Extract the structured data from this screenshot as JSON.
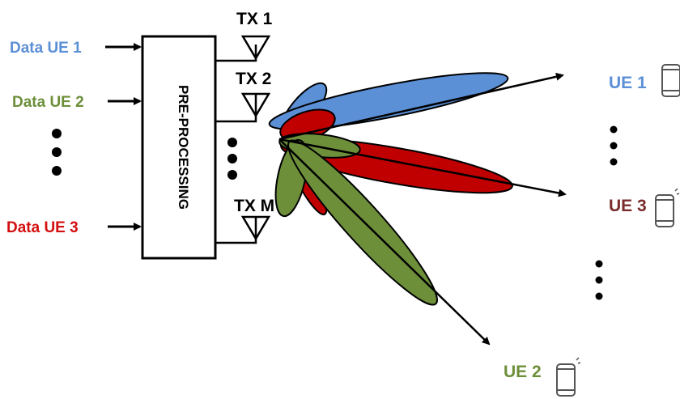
{
  "inputs": [
    {
      "label": "Data UE 1",
      "color": "#5b8fd6"
    },
    {
      "label": "Data UE 2",
      "color": "#6d8f3a"
    },
    {
      "label": "Data UE 3",
      "color": "#d40f0f"
    }
  ],
  "block_label": "PRE-PROCESSING",
  "antennas": [
    "TX 1",
    "TX 2",
    "TX M"
  ],
  "users": [
    {
      "label": "UE 1",
      "color": "#5b8fd6",
      "icon": "phone-icon"
    },
    {
      "label": "UE 3",
      "color": "#7a2c2c",
      "icon": "phone-icon"
    },
    {
      "label": "UE 2",
      "color": "#6d8f3a",
      "icon": "phone-icon"
    }
  ],
  "beam_colors": {
    "blue": "#5b8fd6",
    "red": "#c00000",
    "green": "#6d8f3a"
  }
}
